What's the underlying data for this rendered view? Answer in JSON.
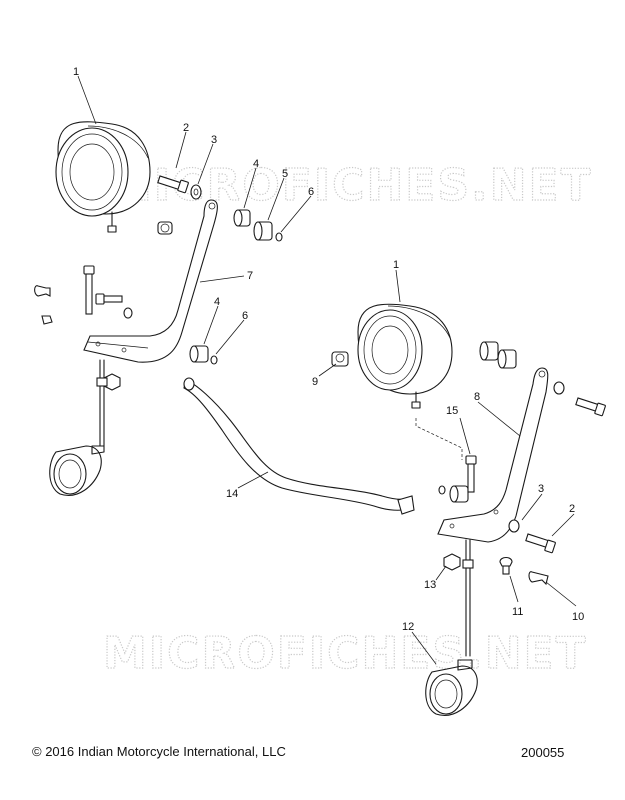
{
  "watermark": "MICROFICHES.NET",
  "footer": {
    "copyright": "© 2016 Indian Motorcycle International, LLC",
    "figure_number": "200055"
  },
  "callouts": {
    "c1a": "1",
    "c2a": "2",
    "c3a": "3",
    "c4a": "4",
    "c5": "5",
    "c6a": "6",
    "c7": "7",
    "c4b": "4",
    "c6b": "6",
    "c1b": "1",
    "c8": "8",
    "c9": "9",
    "c15": "15",
    "c3b": "3",
    "c2b": "2",
    "c14": "14",
    "c13": "13",
    "c11": "11",
    "c10": "10",
    "c12": "12"
  }
}
